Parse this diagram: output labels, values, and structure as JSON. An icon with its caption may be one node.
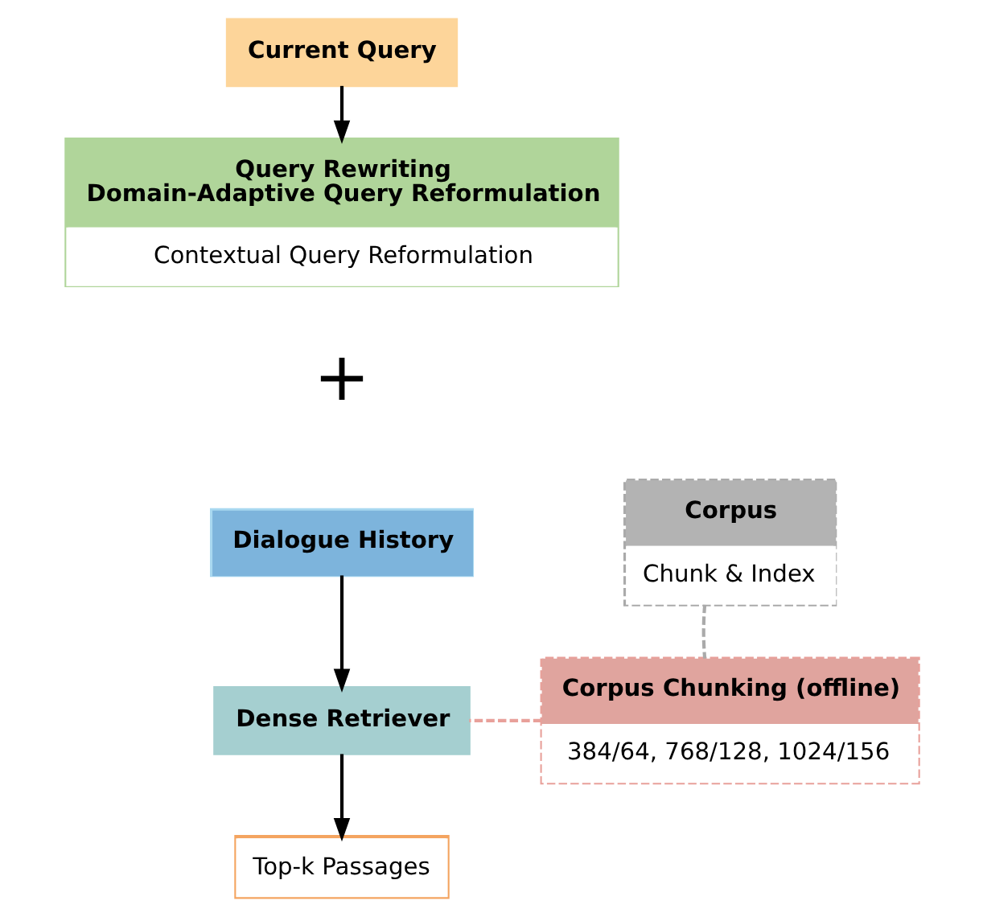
{
  "diagram": {
    "nodes": [
      {
        "text": [
          "Current Query"
        ]
      },
      {
        "text": [
          "Query Rewriting",
          "Domain-Adaptive Query Reformulation",
          "Contextual Query Reformulation"
        ]
      },
      {
        "text": [
          "Dialogue History"
        ]
      },
      {
        "text": [
          "Dense Retriever"
        ]
      },
      {
        "text": [
          "Top-k Passages"
        ]
      },
      {
        "text": [
          "Corpus",
          "Chunk & Index"
        ]
      },
      {
        "text": [
          "Corpus Chunking (offline)",
          "384/64, 768/128, 1024/156"
        ]
      }
    ],
    "edges": [
      {
        "from": 0,
        "to": 1,
        "arrow": "to"
      },
      {
        "from": 2,
        "to": 3,
        "arrow": "to"
      },
      {
        "from": 3,
        "to": 4,
        "arrow": "to"
      },
      {
        "from": 5,
        "to": 6,
        "arrow": "none",
        "style": "dashed",
        "color": "#aaaaaa"
      },
      {
        "from": 6,
        "to": 3,
        "arrow": "none",
        "style": "dashed",
        "color": "#e8a09a"
      }
    ],
    "labels": [
      "+"
    ]
  }
}
